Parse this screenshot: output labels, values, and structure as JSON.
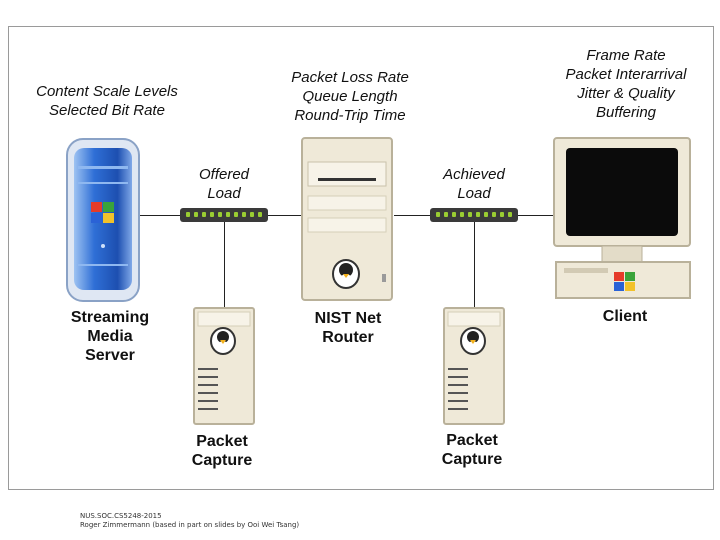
{
  "labels": {
    "server_metrics": [
      "Content Scale Levels",
      "Selected Bit Rate"
    ],
    "router_metrics": [
      "Packet Loss Rate",
      "Queue Length",
      "Round-Trip Time"
    ],
    "client_metrics": [
      "Frame Rate",
      "Packet Interarrival",
      "Jitter & Quality",
      "Buffering"
    ],
    "offered_load": [
      "Offered",
      "Load"
    ],
    "achieved_load": [
      "Achieved",
      "Load"
    ]
  },
  "nodes": {
    "server": [
      "Streaming",
      "Media",
      "Server"
    ],
    "router": [
      "NIST Net",
      "Router"
    ],
    "client": "Client",
    "capture_left": [
      "Packet",
      "Capture"
    ],
    "capture_right": [
      "Packet",
      "Capture"
    ]
  },
  "footer": {
    "line1": "NUS.SOC.CS5248-2015",
    "line2": "Roger Zimmermann (based in part on slides by Ooi Wei Tsang)"
  },
  "colors": {
    "server_blue": "#2f6fd6",
    "hub_dark": "#3a3a3a",
    "hub_led": "#9acd32",
    "beige": "#efe9d8"
  }
}
